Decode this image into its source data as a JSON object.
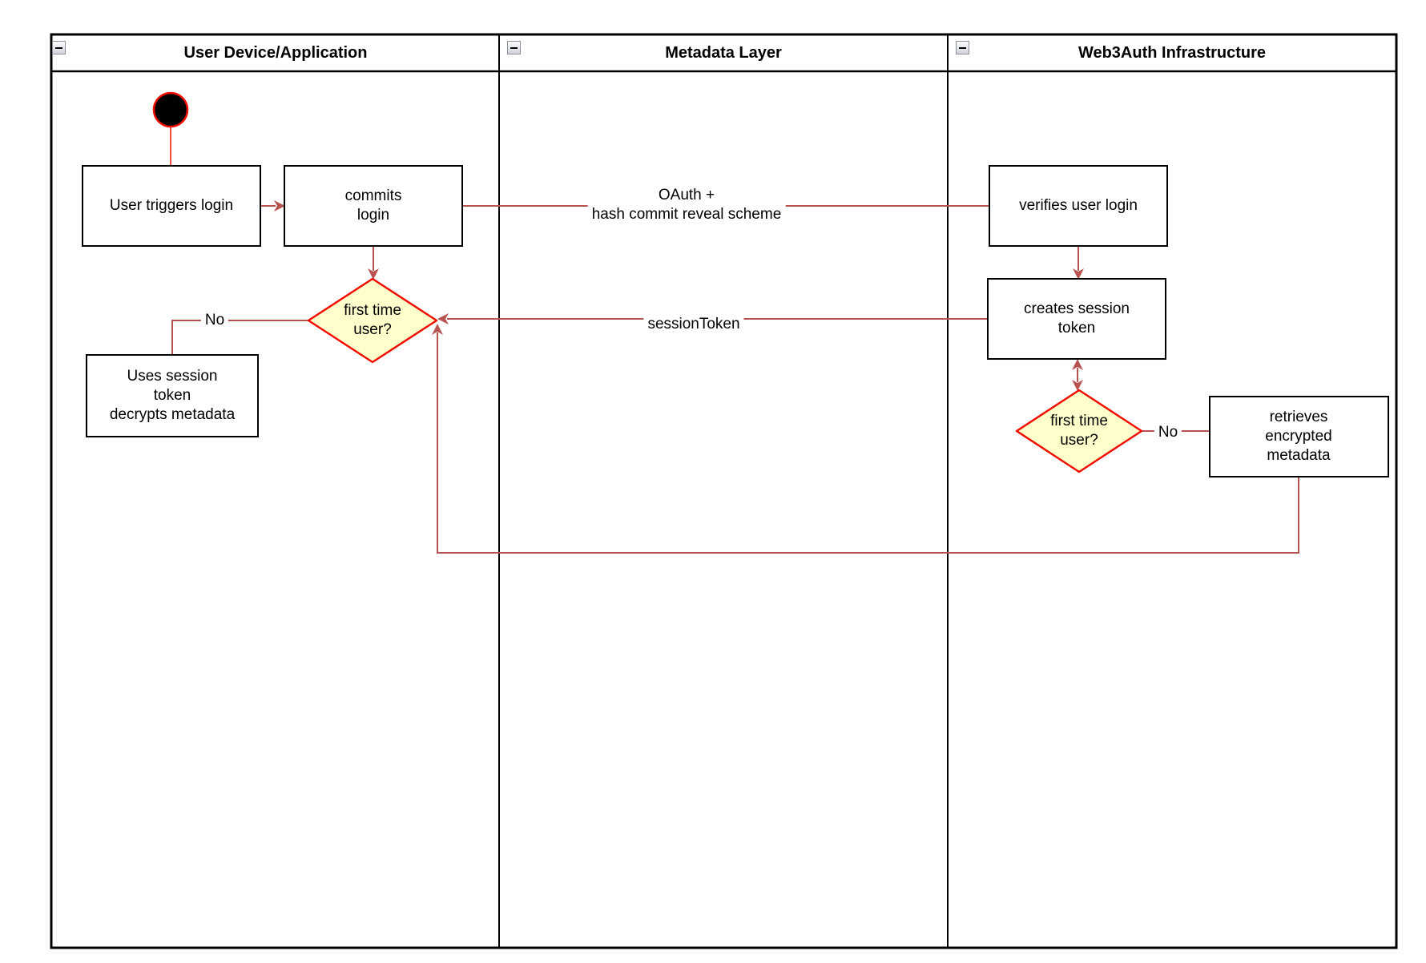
{
  "lanes": [
    {
      "title": "User Device/Application"
    },
    {
      "title": "Metadata Layer"
    },
    {
      "title": "Web3Auth Infrastructure"
    }
  ],
  "nodes": {
    "user_triggers_login": "User triggers login",
    "commits_login": "commits\nlogin",
    "first_time_user_device": "first time\nuser?",
    "uses_session_token": "Uses session\ntoken\ndecrypts metadata",
    "verifies_user_login": "verifies user login",
    "creates_session_token": "creates session\ntoken",
    "first_time_user_infra": "first time\nuser?",
    "retrieves_encrypted_metadata": "retrieves encrypted\nmetadata"
  },
  "edge_labels": {
    "oauth": "OAuth +\nhash commit reveal scheme",
    "session_token": "sessionToken",
    "no_device": "No",
    "no_infra": "No"
  },
  "icons": {
    "lane_collapse": "minus-icon"
  },
  "colors": {
    "connector": "#b85450",
    "decision_fill": "#ffffcc",
    "decision_stroke": "#f20d00",
    "start_fill": "#000000",
    "start_stroke": "#f20d00",
    "box_fill": "#ffffff",
    "box_stroke": "#000000",
    "lane_border": "#000000"
  }
}
